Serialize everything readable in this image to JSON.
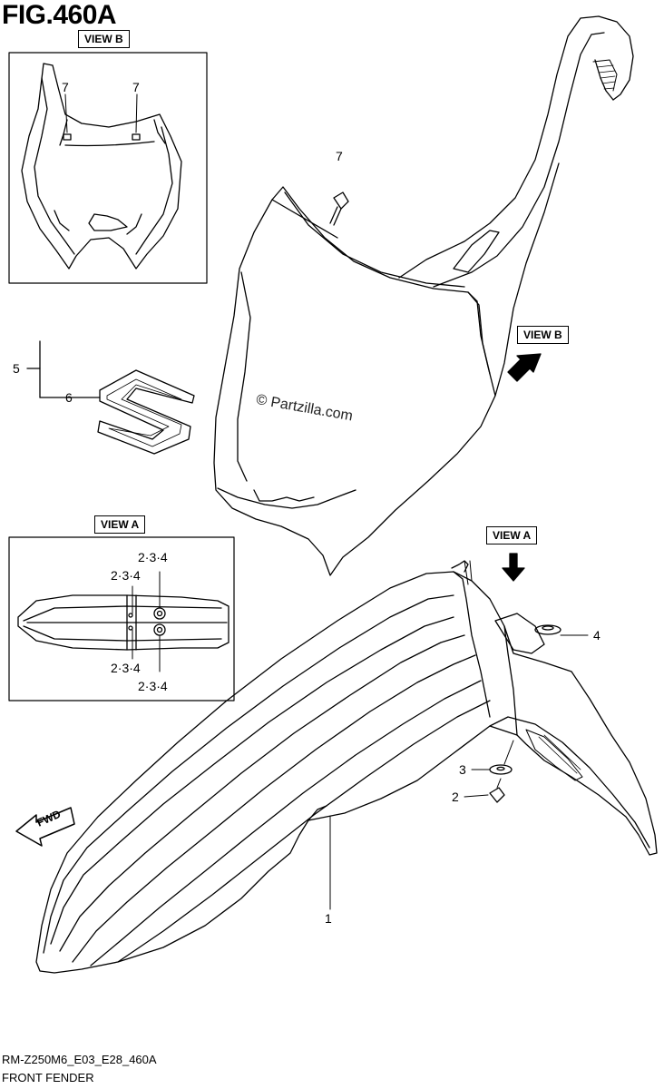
{
  "figure": {
    "title": "FIG.460A",
    "drawing_code": "RM-Z250M6_E03_E28_460A",
    "caption": "FRONT FENDER",
    "watermark": "© Partzilla.com"
  },
  "views": {
    "view_b_label": "VIEW B",
    "view_a_label": "VIEW A",
    "fwd_label": "FWD"
  },
  "callouts": {
    "c1": "1",
    "c2": "2",
    "c3": "3",
    "c4": "4",
    "c5": "5",
    "c6": "6",
    "c7_main": "7",
    "c7_view_left": "7",
    "c7_view_right": "7",
    "c234_tl": "2·3·4",
    "c234_tr": "2·3·4",
    "c234_bl": "2·3·4",
    "c234_br": "2·3·4"
  }
}
